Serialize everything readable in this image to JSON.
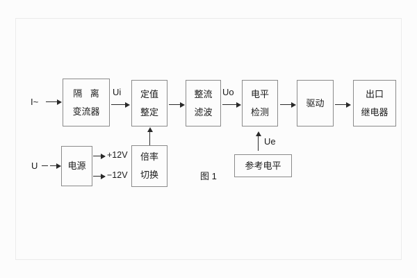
{
  "figure": {
    "caption": "图 1",
    "background": "#fcfcfc",
    "line_color": "#8a8a8a",
    "arrow_color": "#2a2a2a",
    "text_color": "#1a1a1a"
  },
  "blocks": [
    {
      "id": "isolation-ct",
      "lines": [
        "隔 离",
        "变流器"
      ]
    },
    {
      "id": "setting",
      "lines": [
        "定值",
        "整定"
      ]
    },
    {
      "id": "rectify-filter",
      "lines": [
        "整流",
        "滤波"
      ]
    },
    {
      "id": "level-detect",
      "lines": [
        "电平",
        "检测"
      ]
    },
    {
      "id": "drive",
      "lines": [
        "驱动"
      ]
    },
    {
      "id": "output-relay",
      "lines": [
        "出口",
        "继电器"
      ]
    },
    {
      "id": "power-supply",
      "lines": [
        "电源"
      ]
    },
    {
      "id": "multiplier",
      "lines": [
        "倍率",
        "切换"
      ]
    },
    {
      "id": "reference-level",
      "lines": [
        "参考电平"
      ]
    }
  ],
  "signals": {
    "current_input": "I~",
    "voltage_input": "U",
    "ui": "Ui",
    "uo": "Uo",
    "ue": "Ue",
    "rail_positive": "+12V",
    "rail_negative": "−12V"
  }
}
